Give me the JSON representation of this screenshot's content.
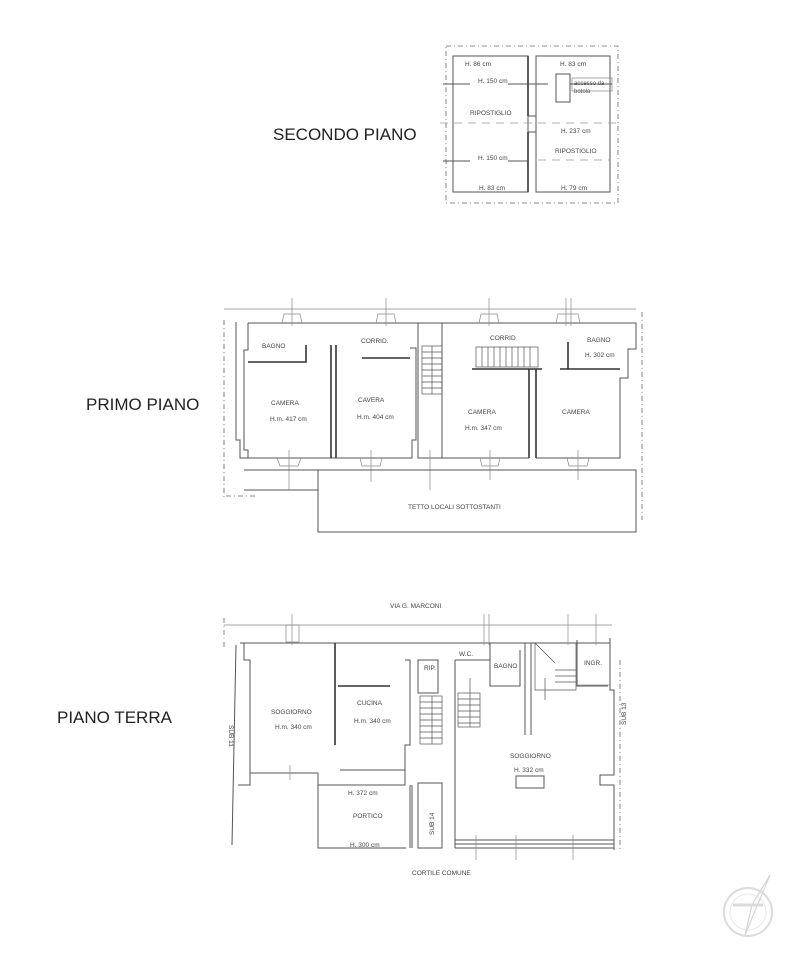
{
  "drawing": {
    "type": "floor-plan",
    "floors": [
      {
        "title": "SECONDO PIANO",
        "rooms": [
          {
            "name": "RIPOSTIGLIO",
            "heights": [
              "H. 86 cm",
              "H. 150 cm",
              "H. 150 cm",
              "H. 83 cm"
            ]
          },
          {
            "name": "RIPOSTIGLIO",
            "heights": [
              "H. 83 cm",
              "H. 237 cm",
              "H. 79 cm"
            ]
          }
        ],
        "notes": [
          "accesso da botola"
        ]
      },
      {
        "title": "PRIMO PIANO",
        "rooms": [
          {
            "name": "BAGNO",
            "height": ""
          },
          {
            "name": "CAMERA",
            "height": "H.m. 417 cm"
          },
          {
            "name": "CORRID.",
            "height": ""
          },
          {
            "name": "CAMERA",
            "height": "H.m. 404 cm"
          },
          {
            "name": "CORRID",
            "height": ""
          },
          {
            "name": "CAMERA",
            "height": "H.m. 347 cm"
          },
          {
            "name": "BAGNO",
            "height": "H. 302 cm"
          },
          {
            "name": "CAMERA",
            "height": ""
          }
        ],
        "notes": [
          "TETTO LOCALI SOTTOSTANTI"
        ]
      },
      {
        "title": "PIANO TERRA",
        "rooms": [
          {
            "name": "SOGGIORNO",
            "height": "H.m. 340 cm"
          },
          {
            "name": "CUCINA",
            "height": "H.m. 340 cm"
          },
          {
            "name": "RIP.",
            "height": ""
          },
          {
            "name": "W.C.",
            "height": ""
          },
          {
            "name": "BAGNO",
            "height": ""
          },
          {
            "name": "INGR.",
            "height": ""
          },
          {
            "name": "SOGGIORNO",
            "height": "H. 332 cm"
          },
          {
            "name": "PORTICO",
            "heights": [
              "H. 372 cm",
              "H. 300 cm"
            ]
          }
        ],
        "street": "VIA G. MARCONI",
        "courtyard": "CORTILE COMUNE",
        "neighbors": [
          "SUB 11",
          "SUB 13",
          "SUB 14"
        ]
      }
    ]
  },
  "labels": {
    "secondo": {
      "title": "SECONDO PIANO",
      "h86": "H. 86 cm",
      "h150a": "H. 150 cm",
      "h150b": "H. 150 cm",
      "h83a": "H. 83 cm",
      "h83b": "H. 83 cm",
      "h237": "H. 237 cm",
      "h79": "H. 79 cm",
      "rip1": "RIPOSTIGLIO",
      "rip2": "RIPOSTIGLIO",
      "accesso1": "accesso da",
      "accesso2": "botola"
    },
    "primo": {
      "title": "PRIMO PIANO",
      "bagno1": "BAGNO",
      "camera1": "CAMERA",
      "camera1_h": "H.m. 417 cm",
      "corrid1": "CORRID.",
      "camera2": "CAVERA",
      "camera2_h": "H.m. 404 cm",
      "corrid2": "CORRID",
      "camera3": "CAMERA",
      "camera3_h": "H.m. 347 cm",
      "bagno2": "BAGNO",
      "bagno2_h": "H. 302 cm",
      "camera4": "CAMERA",
      "tetto": "TETTO LOCALI SOTTOSTANTI"
    },
    "terra": {
      "title": "PIANO TERRA",
      "street": "VIA G. MARCONI",
      "soggiorno1": "SOGGIORNO",
      "soggiorno1_h": "H.m. 340 cm",
      "cucina": "CUCINA",
      "cucina_h": "H.m. 340 cm",
      "rip": "RIP.",
      "wc": "W.C.",
      "bagno": "BAGNO",
      "ingr": "INGR.",
      "soggiorno2": "SOGGIORNO",
      "soggiorno2_h": "H. 332 cm",
      "portico": "PORTICO",
      "portico_h1": "H. 372 cm",
      "portico_h2": "H. 300 cm",
      "sub11": "SUB 11",
      "sub13": "SUB 13",
      "sub14": "SUB 14",
      "cortile": "CORTILE COMUNE"
    }
  }
}
